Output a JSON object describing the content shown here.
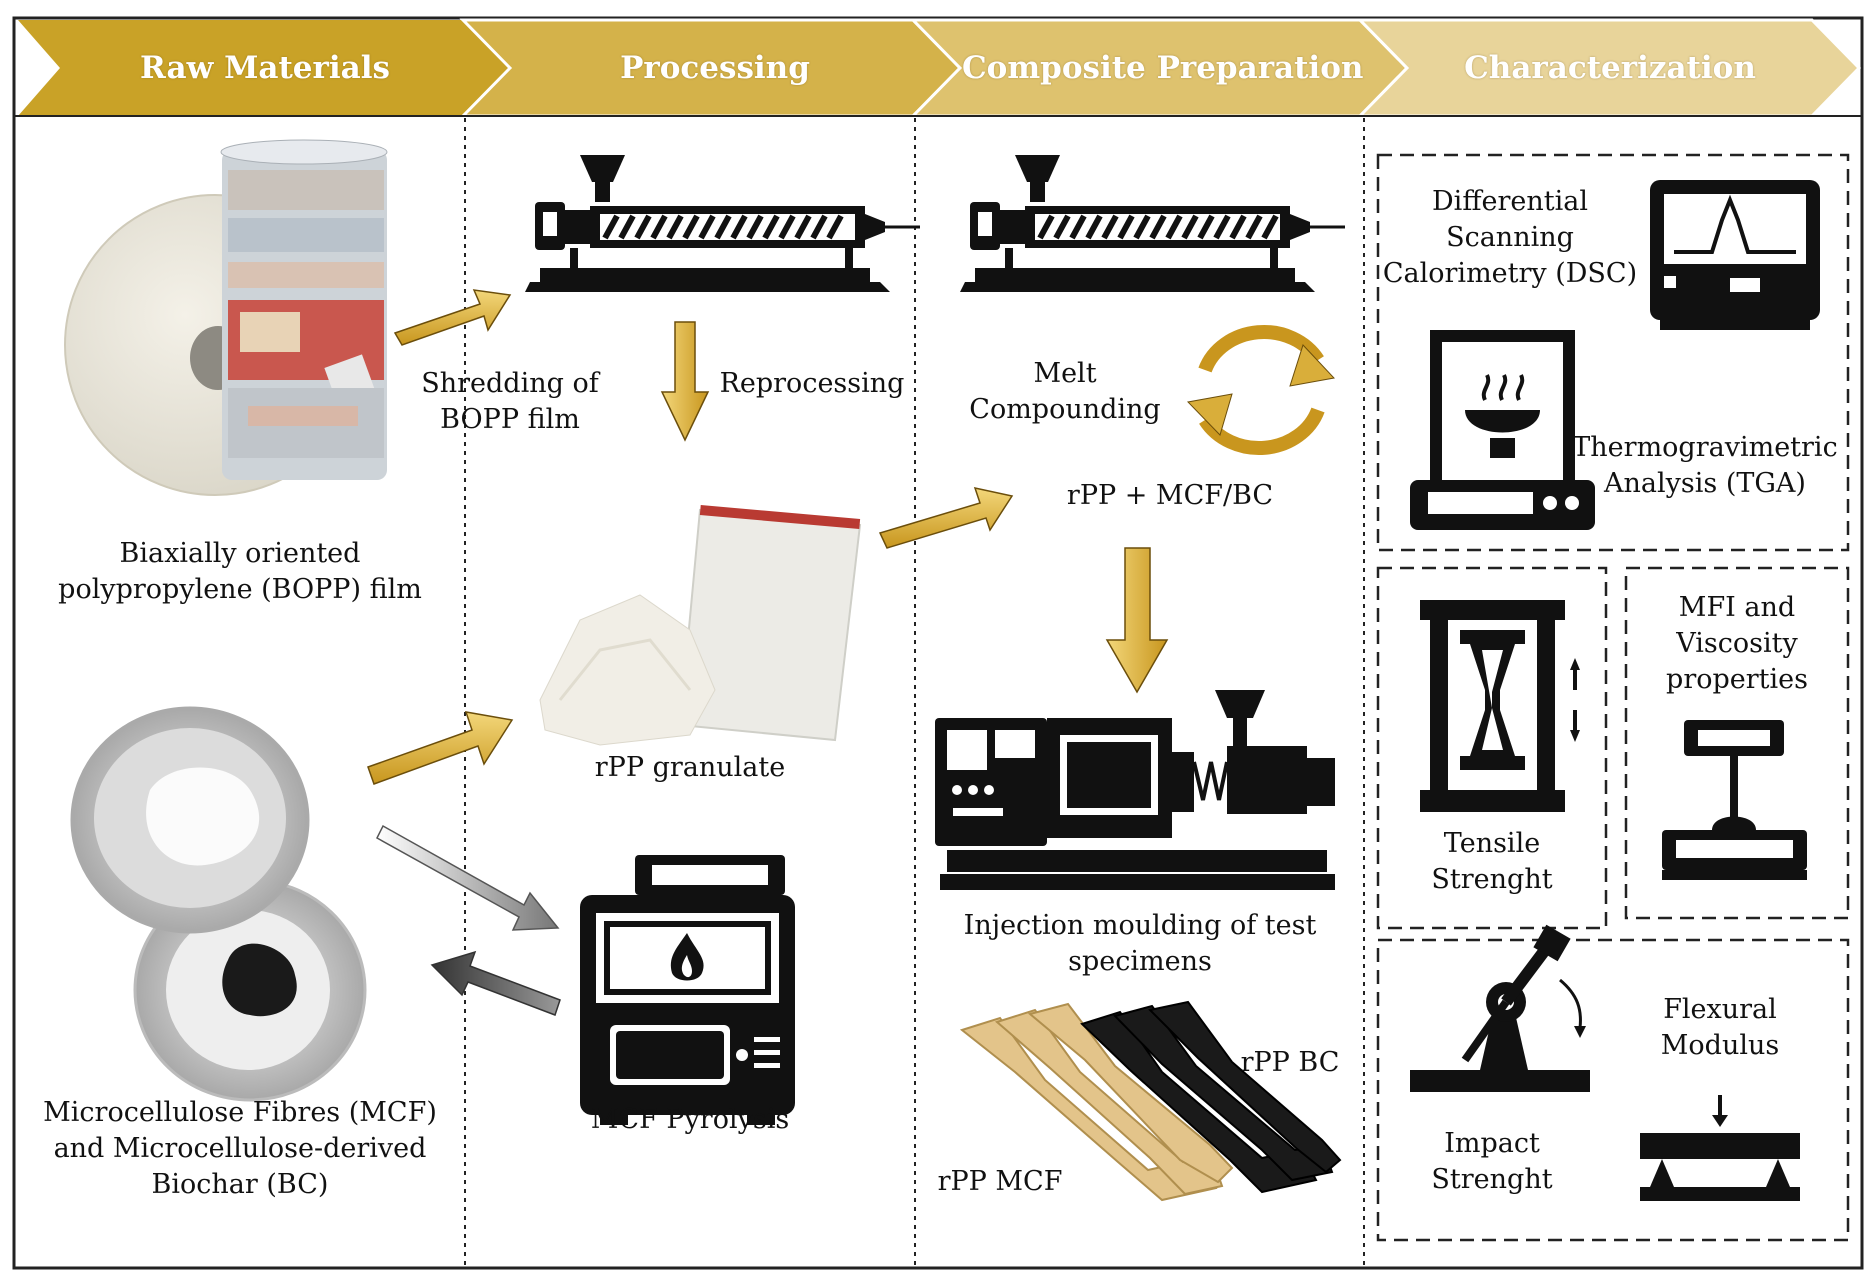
{
  "colors": {
    "header_dark": "#C9A227",
    "header_mid": "#D4B24A",
    "header_light": "#DEC26E",
    "header_pale": "#E8D49A",
    "arrow_gold": "#D9AE3A",
    "icon": "#111111"
  },
  "headers": {
    "raw_materials": "Raw Materials",
    "processing": "Processing",
    "composite_preparation": "Composite  Preparation",
    "characterization": "Characterization"
  },
  "raw_materials": {
    "bopp_label_1": "Biaxially  oriented",
    "bopp_label_2": "polypropylene (BOPP)  film",
    "mcf_label_1": "Microcellulose Fibres (MCF)",
    "mcf_label_2": "and Microcellulose-derived",
    "mcf_label_3": "Biochar (BC)"
  },
  "processing": {
    "shredding_1": "Shredding of",
    "shredding_2": "BOPP film",
    "reprocessing": "Reprocessing",
    "granulate": "rPP granulate",
    "pyrolysis": "MCF Pyrolysis"
  },
  "composite": {
    "melt_1": "Melt",
    "melt_2": "Compounding",
    "blend": "rPP + MCF/BC",
    "injection_1": "Injection moulding of test",
    "injection_2": "specimens",
    "rpp_bc": "rPP BC",
    "rpp_mcf": "rPP MCF"
  },
  "characterization": {
    "dsc_1": "Differential",
    "dsc_2": "Scanning",
    "dsc_3": "Calorimetry (DSC)",
    "tga_1": "Thermogravimetric",
    "tga_2": "Analysis (TGA)",
    "tensile_1": "Tensile",
    "tensile_2": "Strenght",
    "mfi_1": "MFI and",
    "mfi_2": "Viscosity",
    "mfi_3": "properties",
    "impact_1": "Impact",
    "impact_2": "Strenght",
    "flexural_1": "Flexural",
    "flexural_2": "Modulus"
  }
}
